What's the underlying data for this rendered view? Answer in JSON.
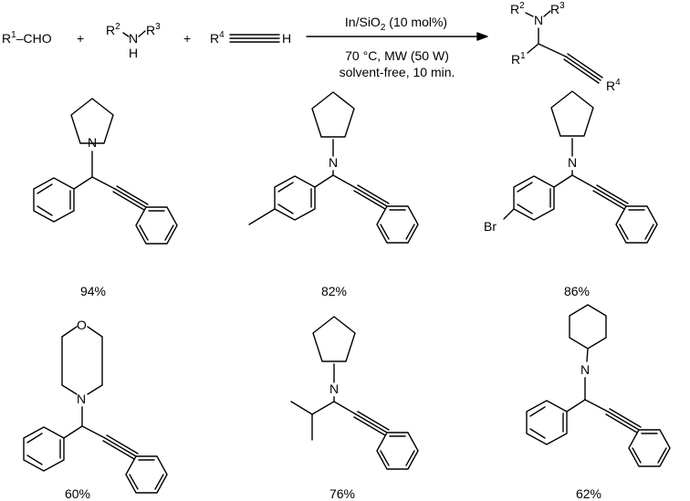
{
  "scheme": {
    "reagent1": {
      "r": "R",
      "sup": "1",
      "group": "–CHO"
    },
    "plus": "+",
    "reagent2": {
      "r2": "R",
      "sup2": "2",
      "n": "N",
      "r3": "R",
      "sup3": "3",
      "h": "H"
    },
    "reagent3": {
      "r": "R",
      "sup": "4",
      "h": "H"
    },
    "conditions": {
      "line1_pre": "In/SiO",
      "line1_sub": "2",
      "line1_post": " (10 mol%)",
      "line2": "70 °C, MW (50 W)",
      "line3": "solvent-free, 10 min."
    },
    "product": {
      "r2": "R",
      "sup2": "2",
      "n": "N",
      "r3": "R",
      "sup3": "3",
      "r1": "R",
      "sup1": "1",
      "r4": "R",
      "sup4": "4"
    }
  },
  "compounds": [
    {
      "yield": "94%",
      "amine_atom": "N"
    },
    {
      "yield": "82%",
      "amine_atom": "N"
    },
    {
      "yield": "86%",
      "amine_atom": "N",
      "substituent": "Br"
    },
    {
      "yield": "60%",
      "amine_atom": "N",
      "ring_atom": "O"
    },
    {
      "yield": "76%",
      "amine_atom": "N"
    },
    {
      "yield": "62%",
      "amine_atom": "N"
    }
  ]
}
